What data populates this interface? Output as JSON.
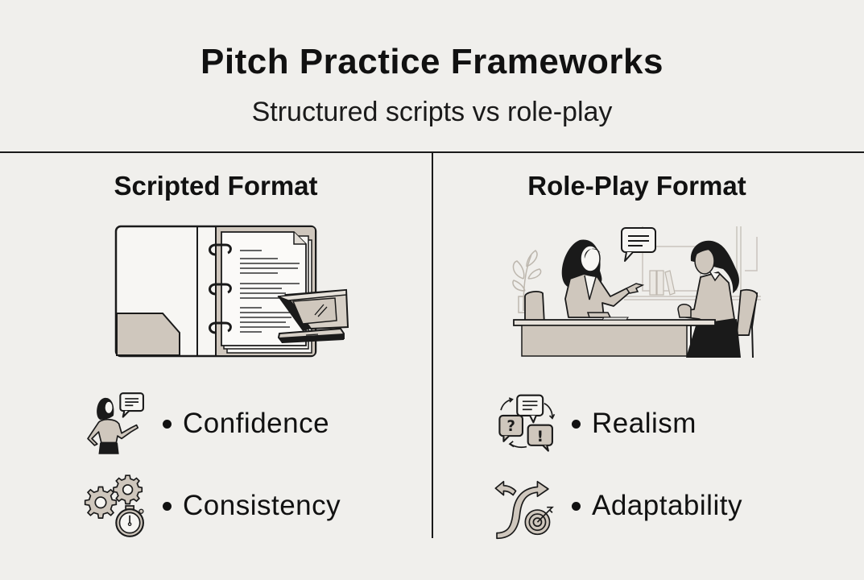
{
  "header": {
    "title": "Pitch Practice Frameworks",
    "subtitle": "Structured scripts vs role-play"
  },
  "colors": {
    "background": "#f0efec",
    "ink": "#111111",
    "beige_fill": "#cfc7bd",
    "paper": "#f7f6f3"
  },
  "columns": [
    {
      "heading": "Scripted Format",
      "illustration": "binder-with-script-and-teleprompter",
      "features": [
        {
          "icon": "presenter-with-speech-bubble-icon",
          "label": "Confidence"
        },
        {
          "icon": "gears-and-stopwatch-icon",
          "label": "Consistency"
        }
      ]
    },
    {
      "heading": "Role-Play Format",
      "illustration": "two-people-conversation-at-desk",
      "features": [
        {
          "icon": "cycling-speech-bubbles-icon",
          "label": "Realism"
        },
        {
          "icon": "branching-arrows-target-icon",
          "label": "Adaptability"
        }
      ]
    }
  ]
}
